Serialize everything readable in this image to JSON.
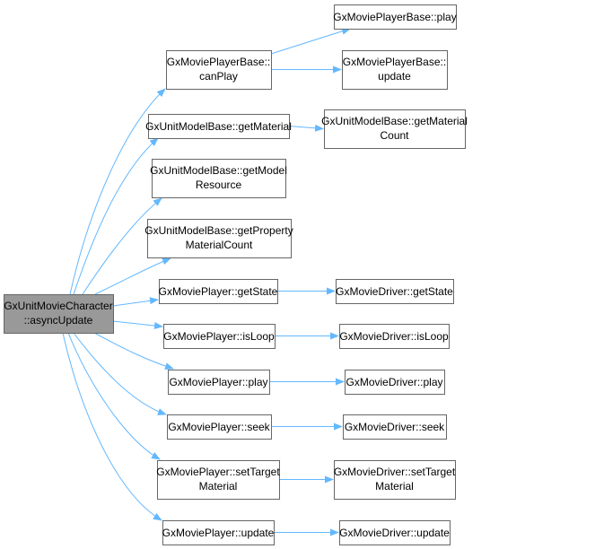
{
  "diagram": {
    "type": "call-graph",
    "edge_color": "#63b8ff",
    "root_fill": "#999999",
    "node_border": "#666666",
    "nodes": {
      "root": [
        "GxUnitMovieCharacter",
        "::asyncUpdate"
      ],
      "canPlay": [
        "GxMoviePlayerBase::",
        "canPlay"
      ],
      "mpbPlay": [
        "GxMoviePlayerBase::play"
      ],
      "mpbUpdate": [
        "GxMoviePlayerBase::",
        "update"
      ],
      "getMaterial": [
        "GxUnitModelBase::getMaterial"
      ],
      "getMaterialCount": [
        "GxUnitModelBase::getMaterial",
        "Count"
      ],
      "getModelResource": [
        "GxUnitModelBase::getModel",
        "Resource"
      ],
      "getPropertyMaterialCount": [
        "GxUnitModelBase::getProperty",
        "MaterialCount"
      ],
      "getState": [
        "GxMoviePlayer::getState"
      ],
      "drvGetState": [
        "GxMovieDriver::getState"
      ],
      "isLoop": [
        "GxMoviePlayer::isLoop"
      ],
      "drvIsLoop": [
        "GxMovieDriver::isLoop"
      ],
      "play": [
        "GxMoviePlayer::play"
      ],
      "drvPlay": [
        "GxMovieDriver::play"
      ],
      "seek": [
        "GxMoviePlayer::seek"
      ],
      "drvSeek": [
        "GxMovieDriver::seek"
      ],
      "setTargetMaterial": [
        "GxMoviePlayer::setTarget",
        "Material"
      ],
      "drvSetTargetMaterial": [
        "GxMovieDriver::setTarget",
        "Material"
      ],
      "update": [
        "GxMoviePlayer::update"
      ],
      "drvUpdate": [
        "GxMovieDriver::update"
      ]
    },
    "edges": [
      [
        "root",
        "canPlay"
      ],
      [
        "root",
        "getMaterial"
      ],
      [
        "root",
        "getModelResource"
      ],
      [
        "root",
        "getPropertyMaterialCount"
      ],
      [
        "root",
        "getState"
      ],
      [
        "root",
        "isLoop"
      ],
      [
        "root",
        "play"
      ],
      [
        "root",
        "seek"
      ],
      [
        "root",
        "setTargetMaterial"
      ],
      [
        "root",
        "update"
      ],
      [
        "canPlay",
        "mpbPlay"
      ],
      [
        "canPlay",
        "mpbUpdate"
      ],
      [
        "getMaterial",
        "getMaterialCount"
      ],
      [
        "getState",
        "drvGetState"
      ],
      [
        "isLoop",
        "drvIsLoop"
      ],
      [
        "play",
        "drvPlay"
      ],
      [
        "seek",
        "drvSeek"
      ],
      [
        "setTargetMaterial",
        "drvSetTargetMaterial"
      ],
      [
        "update",
        "drvUpdate"
      ]
    ]
  }
}
